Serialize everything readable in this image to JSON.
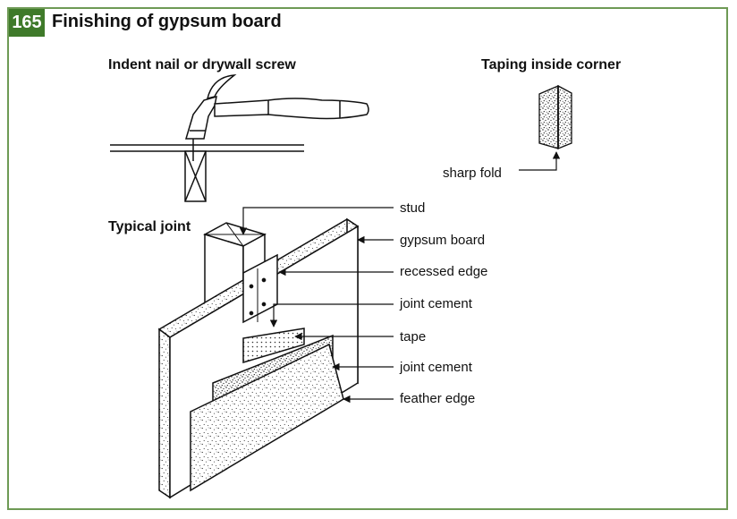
{
  "header": {
    "number": "165",
    "title": "Finishing of gypsum board",
    "accent_color": "#3f7a2a",
    "border_color": "#6e9a55"
  },
  "nail_section": {
    "heading": "Indent nail or drywall screw"
  },
  "corner_section": {
    "heading": "Taping inside corner",
    "label": "sharp fold"
  },
  "joint_section": {
    "heading": "Typical joint",
    "labels": [
      "stud",
      "gypsum board",
      "recessed edge",
      "joint cement",
      "tape",
      "joint cement",
      "feather edge"
    ]
  }
}
